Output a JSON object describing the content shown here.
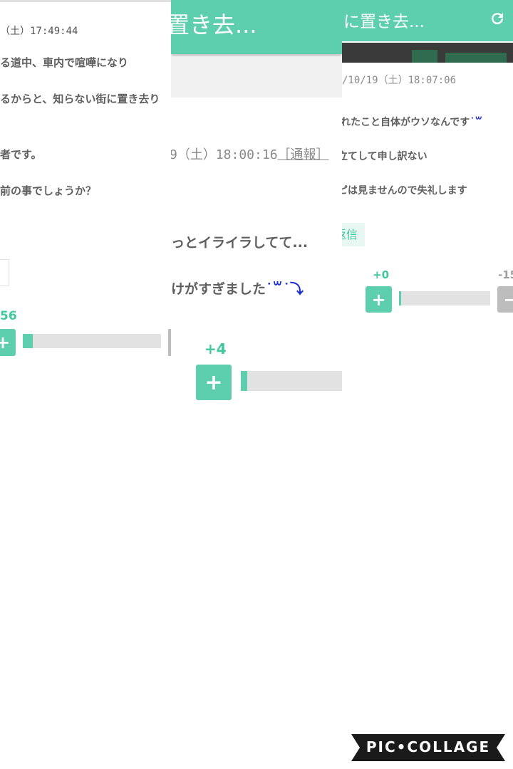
{
  "panel1": {
    "timestamp": "（土）17:49:44",
    "lines": [
      "る道中、車内で喧嘩になり",
      "るからと、知らない街に置き去り",
      "者です。",
      "前の事でしょうか？"
    ],
    "vote_count": "56",
    "plus_label": "+"
  },
  "panel2": {
    "header_title": "置き去...",
    "timestamp": "9（土）18:00:16",
    "report_link": "［通報］",
    "line1": "っとイライラしてて...",
    "line2": "けがすぎました",
    "line2_emoji": "˙꒳˙⤵",
    "vote_count": "+4",
    "plus_label": "+"
  },
  "panel3": {
    "header_title": "に置き去...",
    "refresh_icon": "refresh-icon",
    "timestamp": "/10/19（土）18:07:06",
    "lines": [
      "れたこと自体がウソなんです",
      "立てして申し訳ない",
      "ピは見ませんので失礼します"
    ],
    "line1_emoji": "˙꒳",
    "reply_label": "返信",
    "vote_plus_count": "+0",
    "vote_minus_count": "-15",
    "plus_label": "+",
    "minus_label": "−"
  },
  "watermark": "PIC•COLLAGE",
  "colors": {
    "accent": "#5ecfae",
    "text": "#5f5f5f",
    "count": "#3fc89f",
    "emoji": "#1a2bd6"
  },
  "vote_bars": {
    "panel1_fill_fraction": 0.07,
    "panel2_fill_fraction": 0.06,
    "panel3_fill_fraction": 0.02
  }
}
